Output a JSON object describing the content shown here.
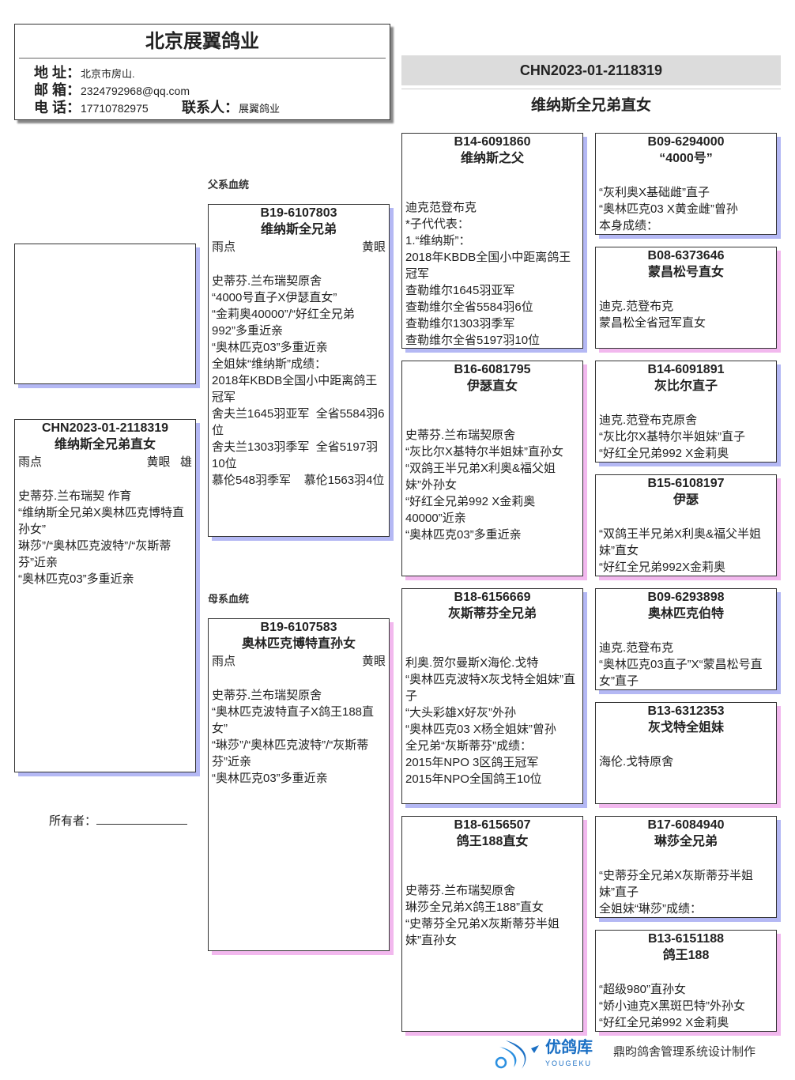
{
  "header": {
    "company": "北京展翼鸽业",
    "address_label": "地 址：",
    "address": "北京市房山.",
    "email_label": "邮 箱：",
    "email": "2324792968@qq.com",
    "phone_label": "电 话：",
    "phone": "17710782975",
    "contact_label": "联系人：",
    "contact": "展翼鸽业"
  },
  "subject_banner": {
    "ring": "CHN2023-01-2118319",
    "name": "维纳斯全兄弟直女"
  },
  "subject": {
    "ring": "CHN2023-01-2118319",
    "name": "维纳斯全兄弟直女",
    "color": "雨点",
    "eye": "黄眼",
    "sex": "雄",
    "lines": [
      "史蒂芬.兰布瑞契 作育",
      "“维纳斯全兄弟X奥林匹克博特直孙女”",
      "琳莎”/“奥林匹克波特”/“灰斯蒂芬”近亲",
      "“奥林匹克03”多重近亲"
    ]
  },
  "owner_label": "所有者：",
  "sire_label": "父系血统",
  "dam_label": "母系血统",
  "sire": {
    "ring": "B19-6107803",
    "name": "维纳斯全兄弟",
    "color": "雨点",
    "eye": "黄眼",
    "lines": [
      "史蒂芬.兰布瑞契原舍",
      "“4000号直子X伊瑟直女”",
      "“金莉奥40000”/“好红全兄弟992”多重近亲",
      "“奥林匹克03”多重近亲",
      "全姐妹“维纳斯”成绩：",
      "2018年KBDB全国小中距离鸽王冠军",
      "舍夫兰1645羽亚军  全省5584羽6位",
      "舍夫兰1303羽季军  全省5197羽10位",
      "慕伦548羽季军    慕伦1563羽4位"
    ]
  },
  "dam": {
    "ring": "B19-6107583",
    "name": "奥林匹克博特直孙女",
    "color": "雨点",
    "eye": "黄眼",
    "lines": [
      "史蒂芬.兰布瑞契原舍",
      "“奥林匹克波特直子X鸽王188直女”",
      "“琳莎”/“奥林匹克波特”/“灰斯蒂芬”近亲",
      "“奥林匹克03”多重近亲"
    ]
  },
  "gen3": [
    {
      "ring": "B14-6091860",
      "name": "维纳斯之父",
      "lines": [
        "迪克范登布克",
        "*子代代表：",
        "1.“维纳斯”：",
        "2018年KBDB全国小中距离鸽王冠军",
        "查勒维尔1645羽亚军",
        "查勒维尔全省5584羽6位",
        "查勒维尔1303羽季军",
        "查勒维尔全省5197羽10位"
      ]
    },
    {
      "ring": "B16-6081795",
      "name": "伊瑟直女",
      "lines": [
        "史蒂芬.兰布瑞契原舍",
        "“灰比尔X基特尔半姐妹”直孙女",
        "“双鸽王半兄弟X利奥&福父姐妹”外孙女",
        "“好红全兄弟992 X金莉奥40000”近亲",
        "“奥林匹克03”多重近亲"
      ]
    },
    {
      "ring": "B18-6156669",
      "name": "灰斯蒂芬全兄弟",
      "lines": [
        "利奥.贺尔曼斯X海伦.戈特",
        "“奥林匹克波特X灰戈特全姐妹”直子",
        "“大头彩雄X好灰”外孙",
        "“奥林匹克03 X杨全姐妹”曾孙",
        "全兄弟“灰斯蒂芬”成绩：",
        "2015年NPO 3区鸽王冠军",
        "2015年NPO全国鸽王10位"
      ]
    },
    {
      "ring": "B18-6156507",
      "name": "鸽王188直女",
      "lines": [
        "史蒂芬.兰布瑞契原舍",
        "琳莎全兄弟X鸽王188”直女",
        "“史蒂芬全兄弟X灰斯蒂芬半姐妹”直孙女"
      ]
    }
  ],
  "gen4": [
    {
      "ring": "B09-6294000",
      "name": "“4000号”",
      "lines": [
        "“灰利奥X基础雌”直子",
        "“奥林匹克03 X黄金雌”曾孙",
        "本身成绩："
      ]
    },
    {
      "ring": "B08-6373646",
      "name": "蒙昌松号直女",
      "lines": [
        "迪克.范登布克",
        "蒙昌松全省冠军直女"
      ]
    },
    {
      "ring": "B14-6091891",
      "name": "灰比尔直子",
      "lines": [
        "迪克.范登布克原舍",
        "“灰比尔X基特尔半姐妹”直子",
        "“好红全兄弟992 X金莉奥"
      ]
    },
    {
      "ring": "B15-6108197",
      "name": "伊瑟",
      "lines": [
        "“双鸽王半兄弟X利奥&福父半姐妹”直女",
        "“好红全兄弟992X金莉奥"
      ]
    },
    {
      "ring": "B09-6293898",
      "name": "奥林匹克伯特",
      "lines": [
        "迪克.范登布克",
        "“奥林匹克03直子”X“蒙昌松号直女”直子"
      ]
    },
    {
      "ring": "B13-6312353",
      "name": "灰戈特全姐妹",
      "lines": [
        "海伦.戈特原舍"
      ]
    },
    {
      "ring": "B17-6084940",
      "name": "琳莎全兄弟",
      "lines": [
        "“史蒂芬全兄弟X灰斯蒂芬半姐妹”直子",
        "全姐妹“琳莎”成绩："
      ]
    },
    {
      "ring": "B13-6151188",
      "name": "鸽王188",
      "lines": [
        "“超级980”直孙女",
        "“娇小迪克X黑斑巴特”外孙女",
        "“好红全兄弟992 X金莉奥"
      ]
    }
  ],
  "footer": {
    "logo_cn": "优鸽库",
    "logo_en": "YOUGEKU",
    "credit": "鼎昀鸽舍管理系统设计制作",
    "logo_color": "#1a6fc4"
  }
}
